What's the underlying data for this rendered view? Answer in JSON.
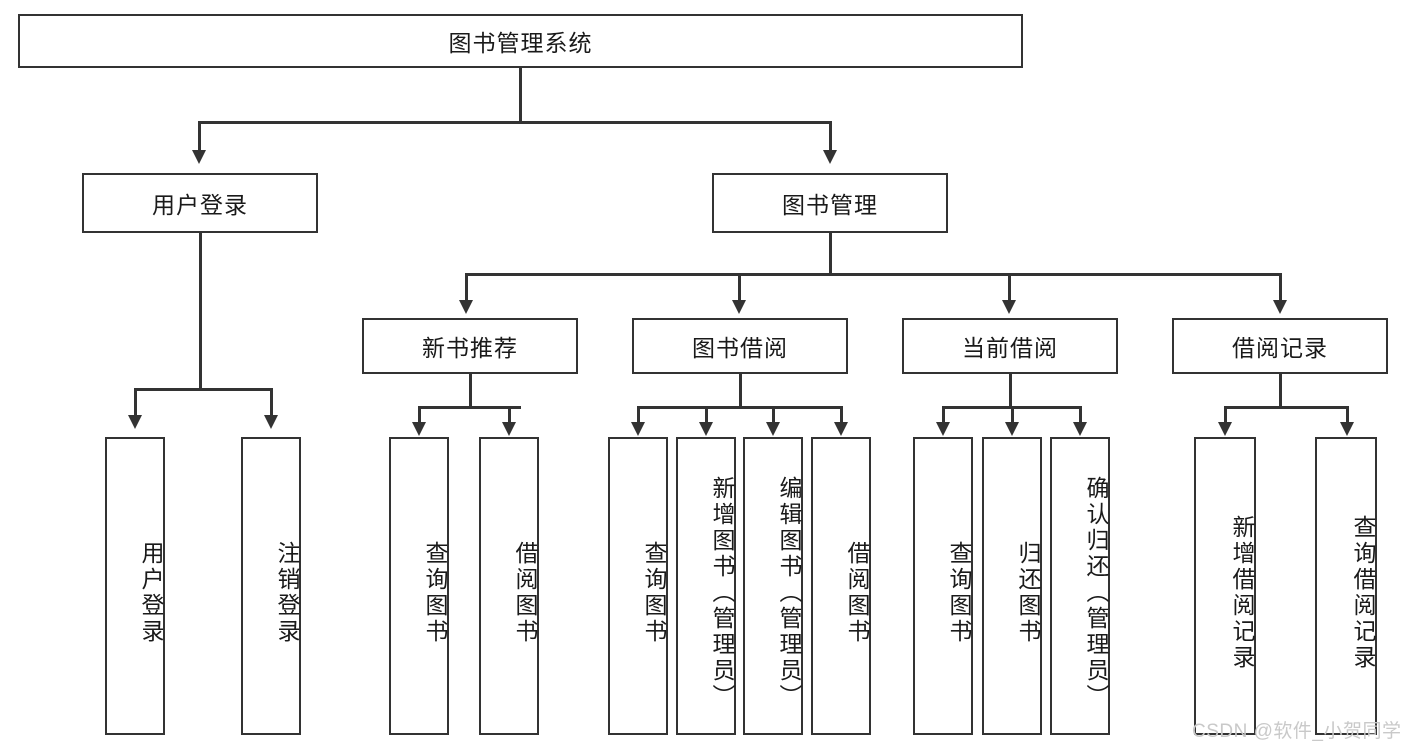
{
  "diagram": {
    "title": "图书管理系统",
    "root": {
      "id": "root",
      "label": "图书管理系统"
    },
    "level1": [
      {
        "id": "user-login",
        "label": "用户登录"
      },
      {
        "id": "book-manage",
        "label": "图书管理"
      }
    ],
    "level2": [
      {
        "id": "new-book-recommend",
        "label": "新书推荐",
        "parent": "book-manage"
      },
      {
        "id": "book-borrow",
        "label": "图书借阅",
        "parent": "book-manage"
      },
      {
        "id": "current-borrow",
        "label": "当前借阅",
        "parent": "book-manage"
      },
      {
        "id": "borrow-record",
        "label": "借阅记录",
        "parent": "book-manage"
      }
    ],
    "leaves": {
      "user_login": [
        {
          "id": "leaf-user-login",
          "label": "用户登录"
        },
        {
          "id": "leaf-logout-login",
          "label": "注销登录"
        }
      ],
      "new_book_recommend": [
        {
          "id": "leaf-query-book-1",
          "label": "查询图书"
        },
        {
          "id": "leaf-borrow-book-1",
          "label": "借阅图书"
        }
      ],
      "book_borrow": [
        {
          "id": "leaf-query-book-2",
          "label": "查询图书"
        },
        {
          "id": "leaf-add-book",
          "label": "新增图书（管理员）"
        },
        {
          "id": "leaf-edit-book",
          "label": "编辑图书（管理员）"
        },
        {
          "id": "leaf-borrow-book-2",
          "label": "借阅图书"
        }
      ],
      "current_borrow": [
        {
          "id": "leaf-query-book-3",
          "label": "查询图书"
        },
        {
          "id": "leaf-return-book",
          "label": "归还图书"
        },
        {
          "id": "leaf-confirm-return",
          "label": "确认归还（管理员）"
        }
      ],
      "borrow_record": [
        {
          "id": "leaf-add-borrow-record",
          "label": "新增借阅记录"
        },
        {
          "id": "leaf-query-borrow-record",
          "label": "查询借阅记录"
        }
      ]
    },
    "watermark": "CSDN @软件_小贺同学",
    "colors": {
      "stroke": "#333333",
      "fill": "#ffffff",
      "text": "#1a1a1a",
      "watermark": "#c9c9c9"
    }
  }
}
